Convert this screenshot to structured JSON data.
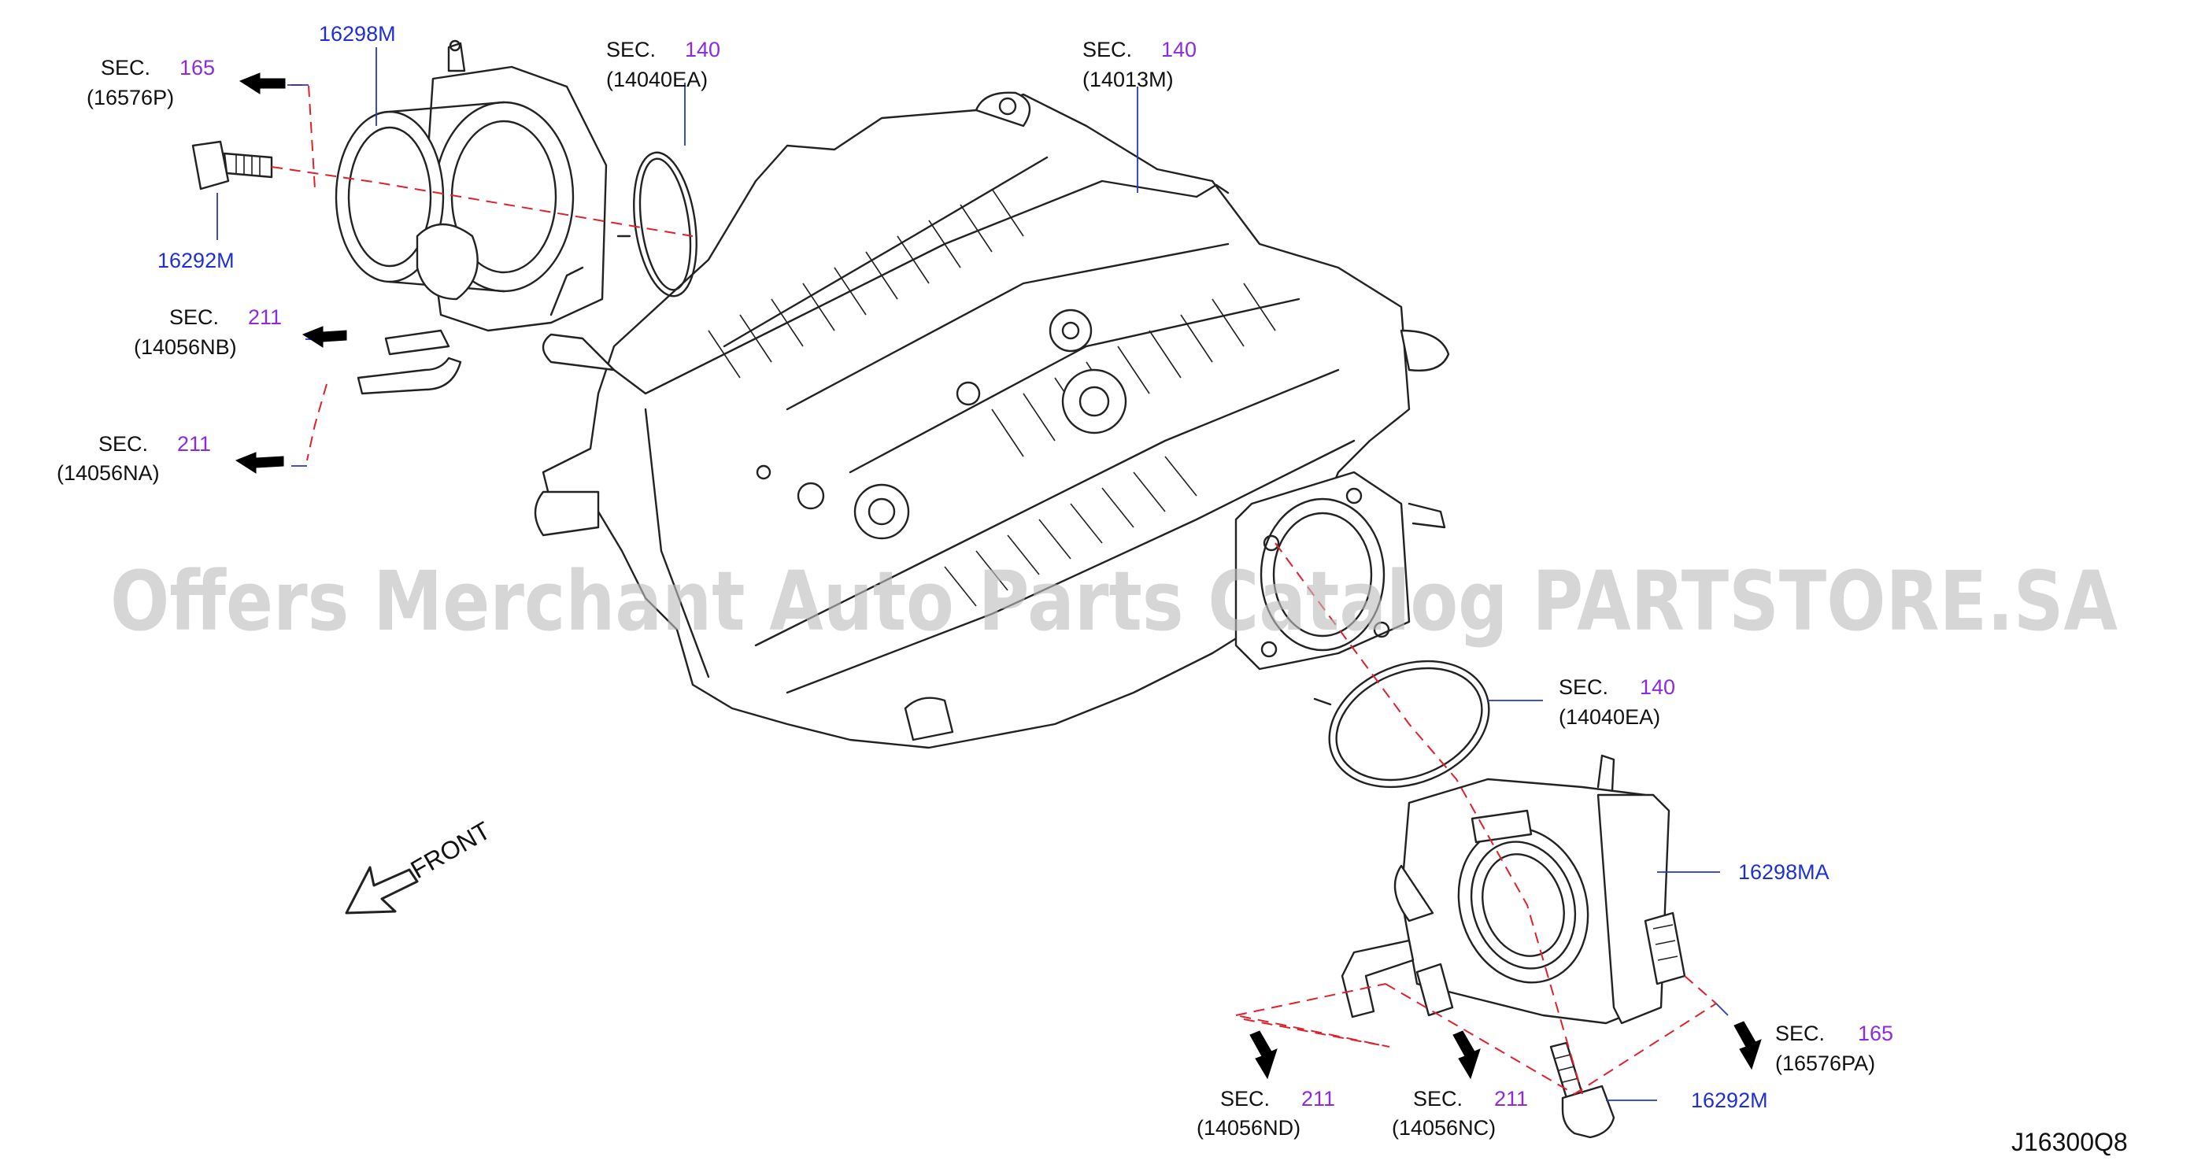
{
  "diagram_code": "J16300Q8",
  "front_label": "FRONT",
  "watermark": "Offers Merchant Auto Parts Catalog PARTSTORE.SA",
  "colors": {
    "part_number": "#1f2fd6",
    "section_number": "#8a2be2",
    "centerline": "#e0202a",
    "leader": "#2437c9"
  },
  "callouts": {
    "sec165_top": {
      "sec": "SEC.",
      "num": "165",
      "ref": "(16576P)"
    },
    "sec140_gasket_top": {
      "sec": "SEC.",
      "num": "140",
      "ref": "(14040EA)"
    },
    "sec140_manifold": {
      "sec": "SEC.",
      "num": "140",
      "ref": "(14013M)"
    },
    "sec211_nb": {
      "sec": "SEC.",
      "num": "211",
      "ref": "(14056NB)"
    },
    "sec211_na": {
      "sec": "SEC.",
      "num": "211",
      "ref": "(14056NA)"
    },
    "sec140_gasket_bottom": {
      "sec": "SEC.",
      "num": "140",
      "ref": "(14040EA)"
    },
    "sec165_bottom": {
      "sec": "SEC.",
      "num": "165",
      "ref": "(16576PA)"
    },
    "sec211_nd": {
      "sec": "SEC.",
      "num": "211",
      "ref": "(14056ND)"
    },
    "sec211_nc": {
      "sec": "SEC.",
      "num": "211",
      "ref": "(14056NC)"
    }
  },
  "part_numbers": {
    "throttle_left": "16298M",
    "bolt_left": "16292M",
    "throttle_right": "16298MA",
    "bolt_right": "16292M"
  }
}
